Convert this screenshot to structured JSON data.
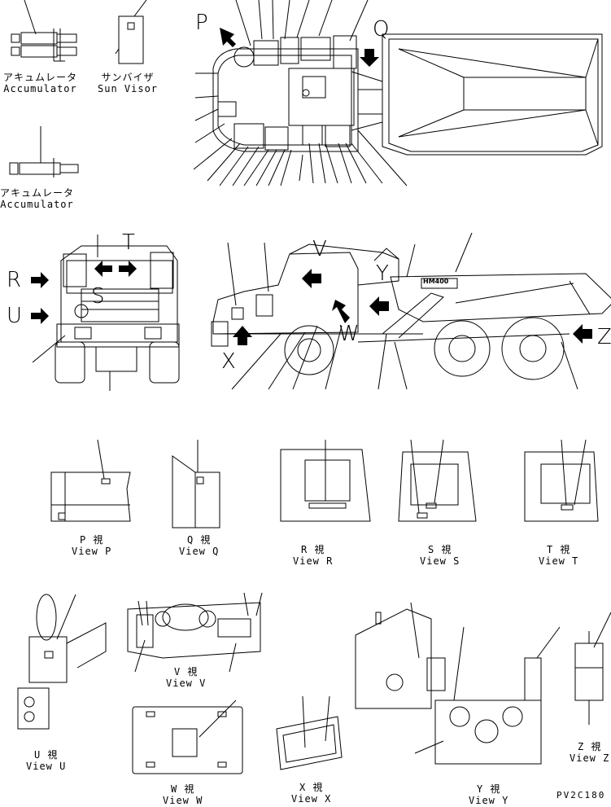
{
  "parts": {
    "accumulator_top": {
      "jp": "アキュムレータ",
      "en": "Accumulator"
    },
    "sun_visor": {
      "jp": "サンバイザ",
      "en": "Sun Visor"
    },
    "accumulator_bottom": {
      "jp": "アキュムレータ",
      "en": "Accumulator"
    }
  },
  "view_letters": {
    "p": "P",
    "q": "Q",
    "r": "R",
    "u": "U",
    "t": "T",
    "s": "S",
    "v": "V",
    "y": "Y",
    "w": "W",
    "x": "X",
    "z": "Z"
  },
  "truck_badge": "HM400",
  "views": [
    {
      "jp": "P 視",
      "en": "View P"
    },
    {
      "jp": "Q 視",
      "en": "View Q"
    },
    {
      "jp": "R 視",
      "en": "View R"
    },
    {
      "jp": "S 視",
      "en": "View S"
    },
    {
      "jp": "T 視",
      "en": "View T"
    },
    {
      "jp": "U 視",
      "en": "View U"
    },
    {
      "jp": "V 視",
      "en": "View V"
    },
    {
      "jp": "W 視",
      "en": "View W"
    },
    {
      "jp": "X 視",
      "en": "View X"
    },
    {
      "jp": "Y 視",
      "en": "View Y"
    },
    {
      "jp": "Z 視",
      "en": "View Z"
    }
  ],
  "drawing_code": "PV2C180"
}
